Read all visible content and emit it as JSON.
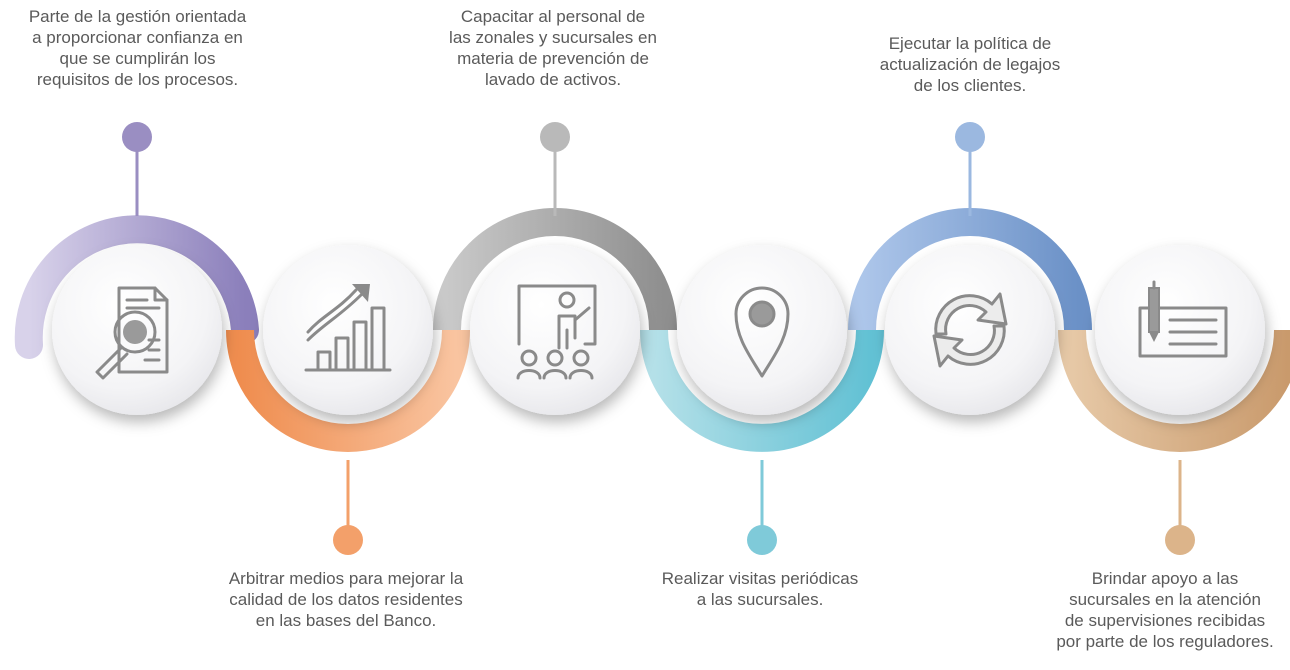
{
  "steps": [
    {
      "text": "Parte de la gestión orientada\na proporcionar confianza en\nque se cumplirán los\nrequisitos de los procesos.",
      "color": "#9a8ec2",
      "icon": "document-magnifier-icon"
    },
    {
      "text": "Arbitrar medios para mejorar la\ncalidad de los datos residentes\nen las bases del Banco.",
      "color": "#f3a06a",
      "icon": "growth-chart-icon"
    },
    {
      "text": "Capacitar al personal de\nlas zonales y sucursales en\nmateria de prevención de\nlavado de activos.",
      "color": "#b9b9b9",
      "icon": "training-board-icon"
    },
    {
      "text": "Realizar visitas periódicas\na las sucursales.",
      "color": "#7fcad9",
      "icon": "location-pin-icon"
    },
    {
      "text": "Ejecutar la política de\nactualización de legajos\nde los clientes.",
      "color": "#9bb8e0",
      "icon": "refresh-arrows-icon"
    },
    {
      "text": "Brindar apoyo a las\nsucursales en la atención\nde supervisiones recibidas\npor parte de los reguladores.",
      "color": "#dcb48a",
      "icon": "signed-check-icon"
    }
  ]
}
